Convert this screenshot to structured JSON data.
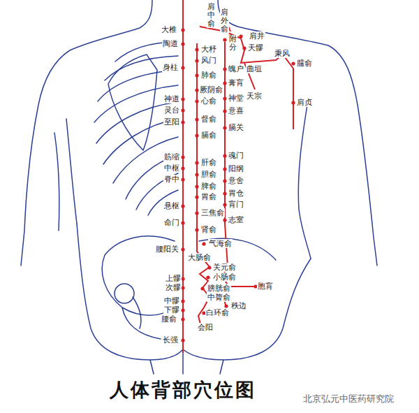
{
  "diagram": {
    "title": "人体背部穴位图",
    "labels": [
      "肩中俞",
      "肩外俞",
      "大椎",
      "陶道",
      "身柱",
      "神道",
      "灵台",
      "至阳",
      "筋缩",
      "中枢",
      "脊中",
      "悬枢",
      "命门",
      "腰阳关",
      "上髎",
      "次髎",
      "中髎",
      "下髎",
      "腰俞",
      "长强",
      "大杼",
      "风门",
      "肺俞",
      "厥阴俞",
      "心俞",
      "督俞",
      "膈俞",
      "肝俞",
      "胆俞",
      "脾俞",
      "胃俞",
      "三焦俞",
      "肾俞",
      "气海俞",
      "大肠俞",
      "关元俞",
      "小肠俞",
      "膀胱俞",
      "中膂俞",
      "白环俞",
      "会阳",
      "附分",
      "魄户",
      "膏肓",
      "神堂",
      "意喜",
      "膈关",
      "魂门",
      "阳纲",
      "意舍",
      "胃仓",
      "肓门",
      "志室",
      "胞肓",
      "秩边",
      "肩井",
      "天髎",
      "曲垣",
      "秉风",
      "臑俞",
      "天宗",
      "肩贞",
      "北京弘元中医药研究院"
    ]
  }
}
